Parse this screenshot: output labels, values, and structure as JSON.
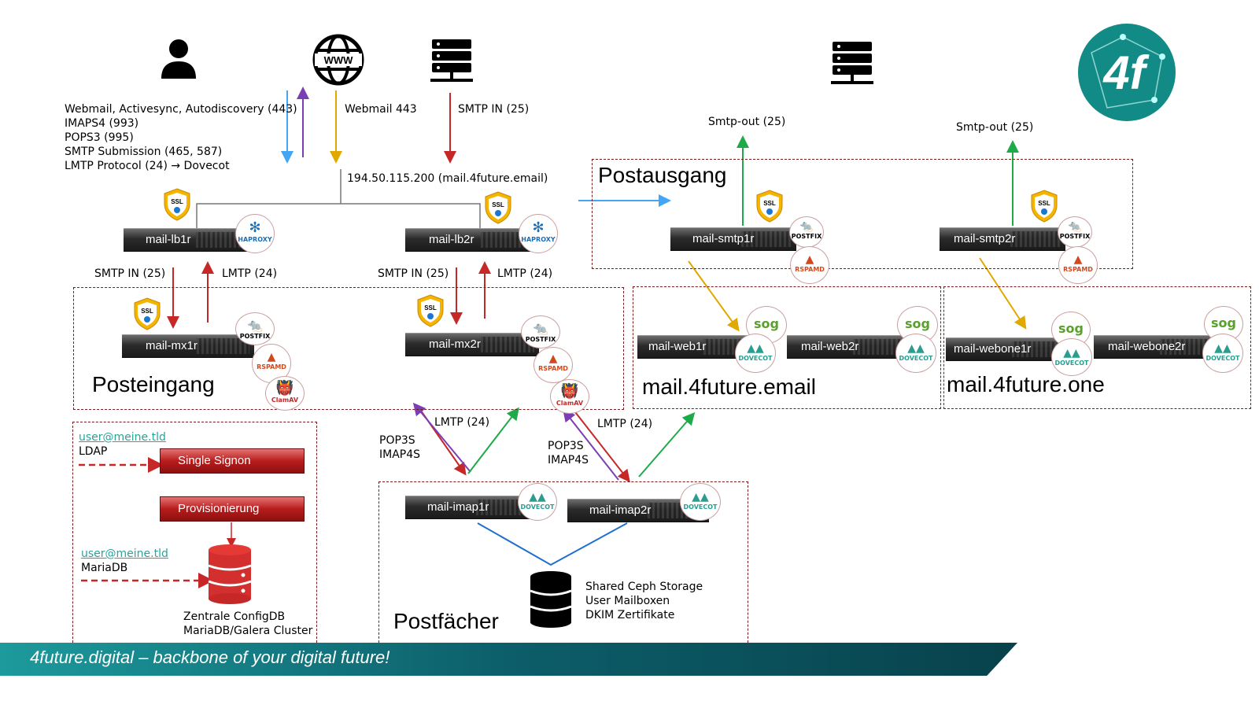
{
  "protocols_top": {
    "client_lines": [
      "Webmail, Activesync, Autodiscovery (443)",
      "IMAPS4 (993)",
      "POPS3 (995)",
      "SMTP Submission (465, 587)",
      "LMTP Protocol (24) → Dovecot"
    ],
    "webmail": "Webmail 443",
    "smtp_in": "SMTP IN (25)",
    "ip": "194.50.115.200 (mail.4future.email)"
  },
  "smtp_out": [
    "Smtp-out (25)",
    "Smtp-out (25)"
  ],
  "zones": {
    "postausgang": "Postausgang",
    "posteingang": "Posteingang",
    "postfaecher": "Postfächer",
    "email_domain": "mail.4future.email",
    "one_domain": "mail.4future.one"
  },
  "servers": {
    "lb1": "mail-lb1r",
    "lb2": "mail-lb2r",
    "mx1": "mail-mx1r",
    "mx2": "mail-mx2r",
    "smtp1": "mail-smtp1r",
    "smtp2": "mail-smtp2r",
    "web1": "mail-web1r",
    "web2": "mail-web2r",
    "webone1": "mail-webone1r",
    "webone2": "mail-webone2r",
    "imap1": "mail-imap1r",
    "imap2": "mail-imap2r"
  },
  "links": {
    "smtp_in_lb1": "SMTP IN (25)",
    "lmtp_lb1": "LMTP (24)",
    "smtp_in_lb2": "SMTP IN (25)",
    "lmtp_lb2": "LMTP (24)",
    "lmtp_imap1": "LMTP (24)",
    "lmtp_imap2": "LMTP (24)",
    "pop_imap_1": [
      "POP3S",
      "IMAP4S"
    ],
    "pop_imap_2": [
      "POP3S",
      "IMAP4S"
    ]
  },
  "config": {
    "user1": "user@meine.tld",
    "ldap": "LDAP",
    "sso": "Single Signon",
    "prov": "Provisionierung",
    "user2": "user@meine.tld",
    "mariadb": "MariaDB",
    "db_caption": [
      "Zentrale ConfigDB",
      "MariaDB/Galera Cluster"
    ]
  },
  "storage": [
    "Shared Ceph Storage",
    "User Mailboxen",
    "DKIM Zertifikate"
  ],
  "logos": {
    "ssl": "SSL",
    "haproxy": "HAPROXY",
    "postfix": "POSTFIX",
    "rspamd": "RSPAMD",
    "clamav": "ClamAV",
    "dovecot": "DOVECOT",
    "sogo": "sog",
    "brand": "4f"
  },
  "footer": "4future.digital – backbone of your digital future!",
  "colors": {
    "red": "#c62828",
    "blue": "#42a5f5",
    "purple": "#7b3fb3",
    "orange": "#e0a800",
    "green": "#1faa4a",
    "darkblue": "#1e6fd0",
    "teal": "#1d9a9c"
  }
}
